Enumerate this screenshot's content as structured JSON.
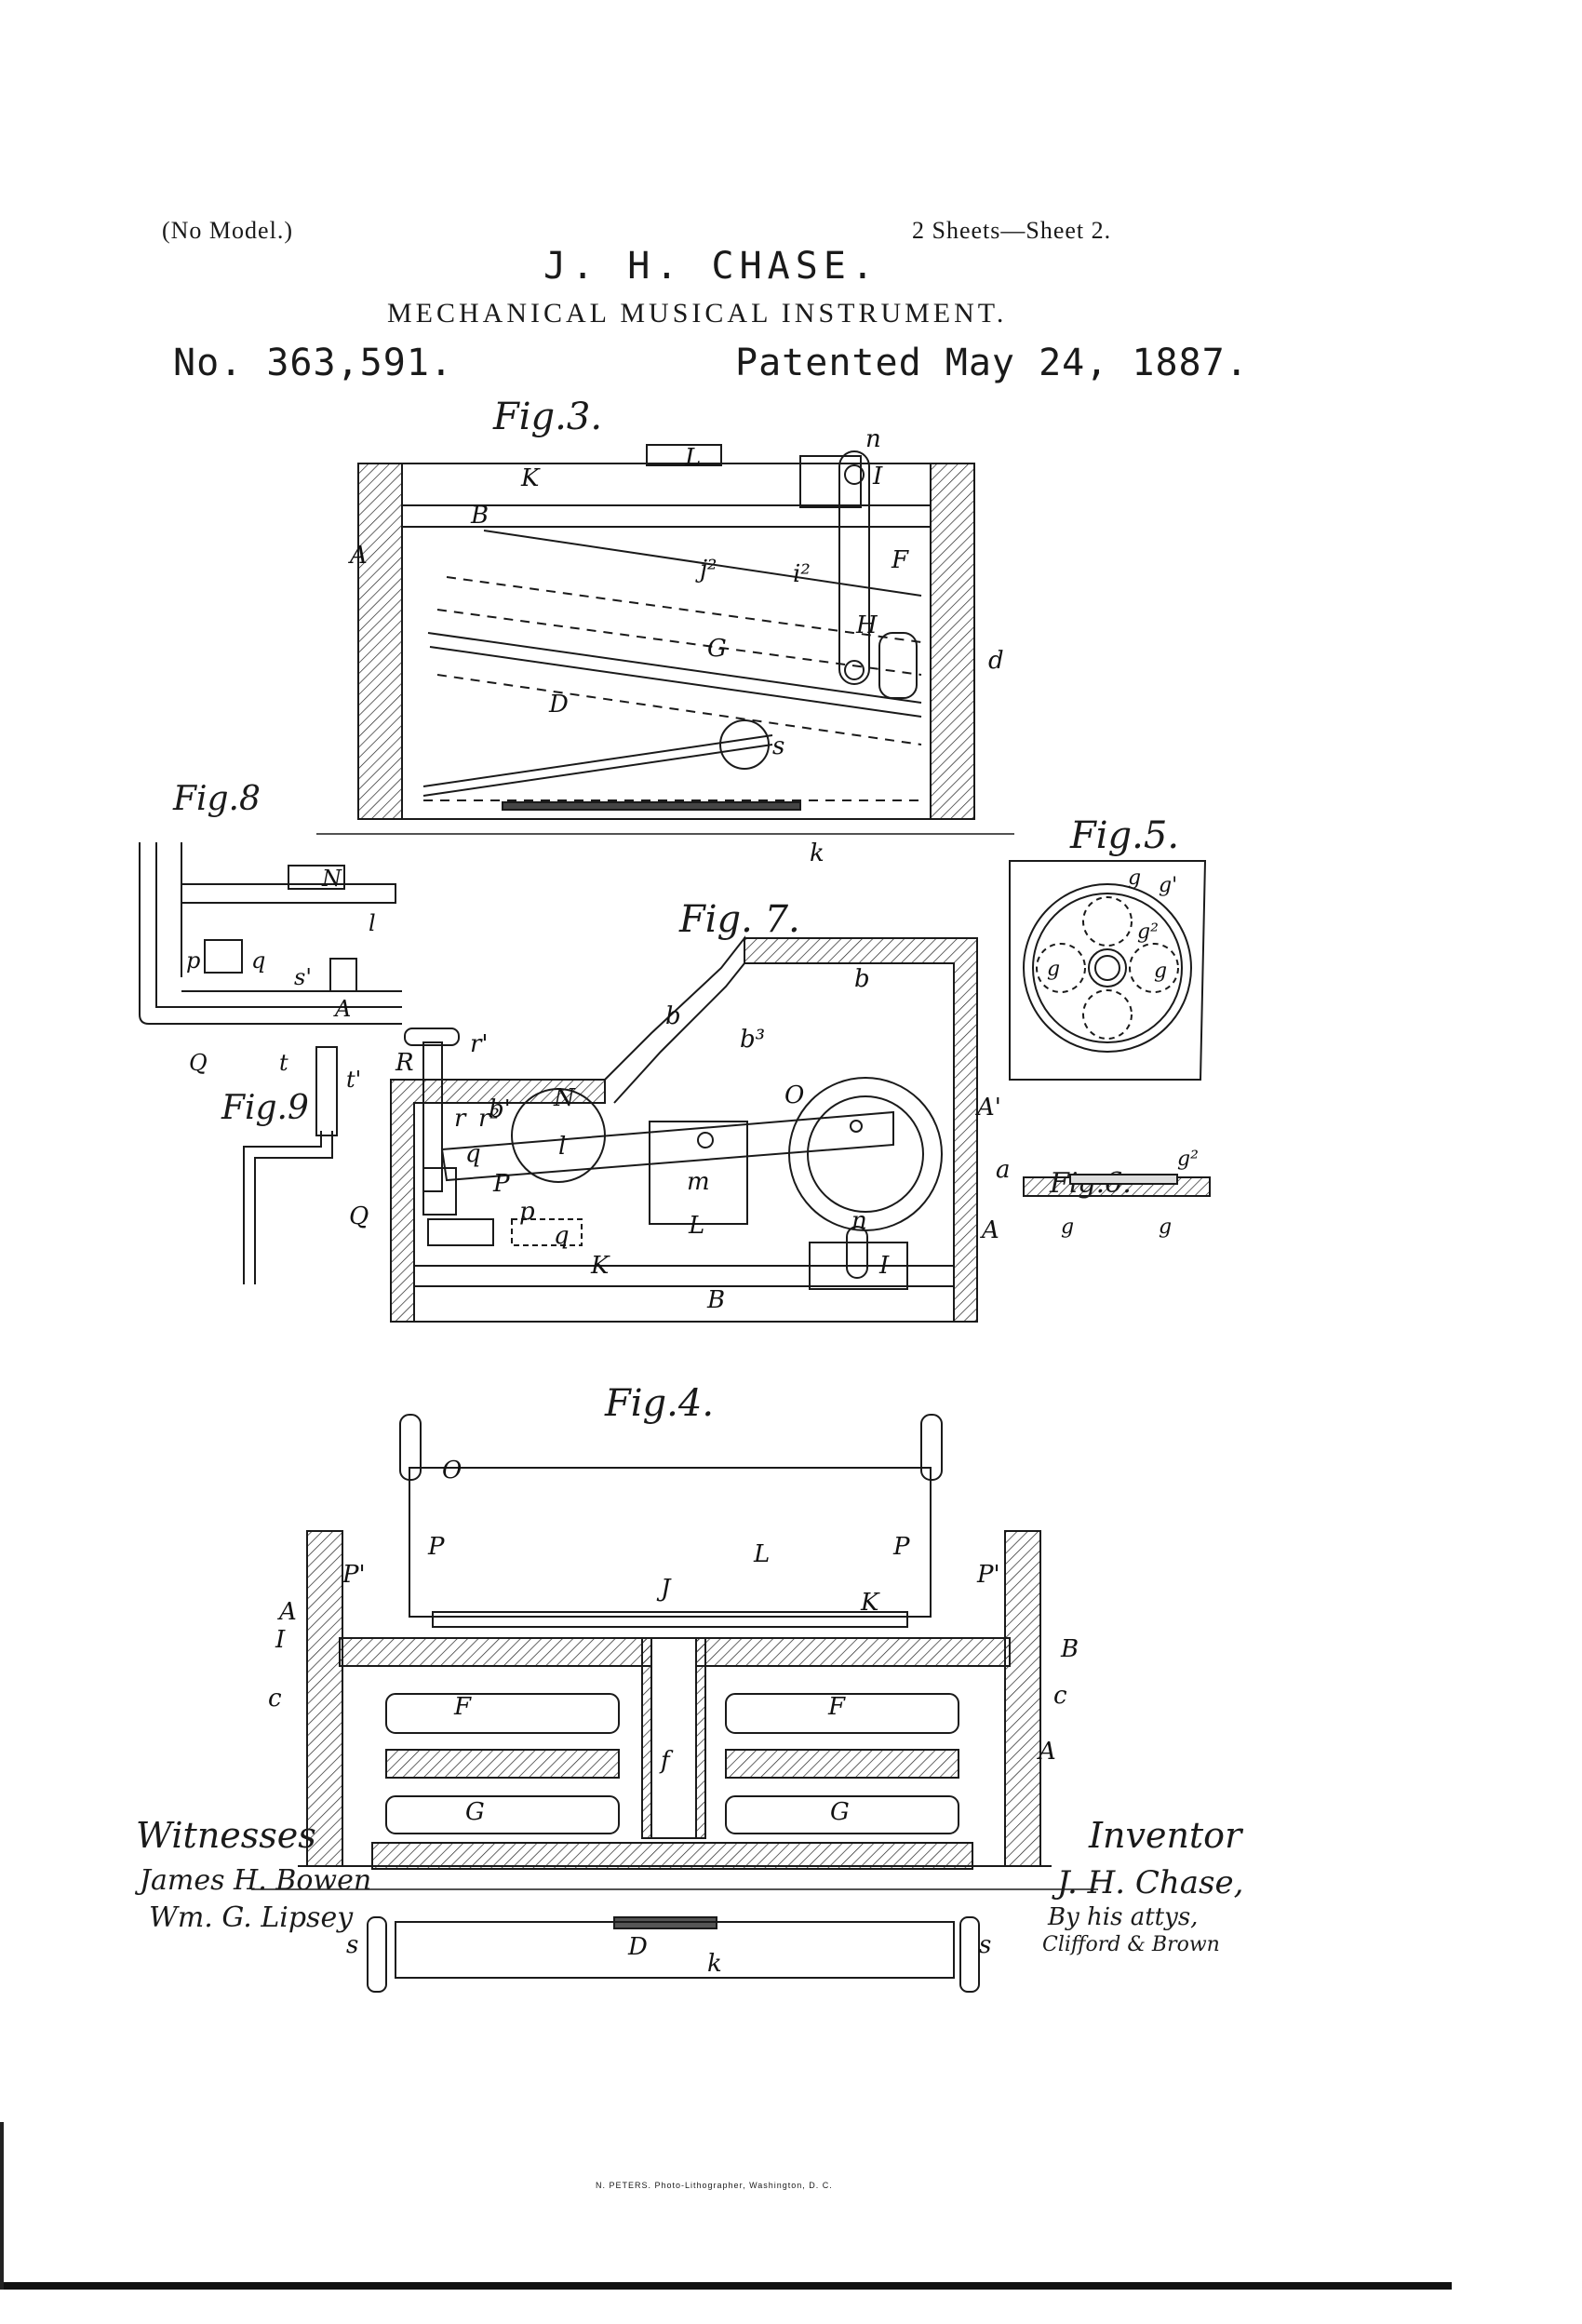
{
  "header": {
    "no_model": "(No Model.)",
    "sheets": "2 Sheets—Sheet 2.",
    "inventor_name": "J. H. CHASE.",
    "title": "MECHANICAL MUSICAL INSTRUMENT.",
    "patent_number": "No. 363,591.",
    "patented_date": "Patented May 24, 1887."
  },
  "figures": {
    "fig3": "Fig.3.",
    "fig4": "Fig.4.",
    "fig5": "Fig.5.",
    "fig6": "Fig.6.",
    "fig7": "Fig. 7.",
    "fig8": "Fig.8",
    "fig9": "Fig.9"
  },
  "signatures": {
    "witnesses_label": "Witnesses",
    "witness_1": "James H. Bowen",
    "witness_2": "Wm. G. Lipsey",
    "inventor_label": "Inventor",
    "inventor_signature": "J. H. Chase,",
    "attorneys": "By his attys,",
    "attorney_names": "Clifford & Brown"
  },
  "footer": {
    "printer": "N. PETERS. Photo-Lithographer, Washington, D. C."
  }
}
